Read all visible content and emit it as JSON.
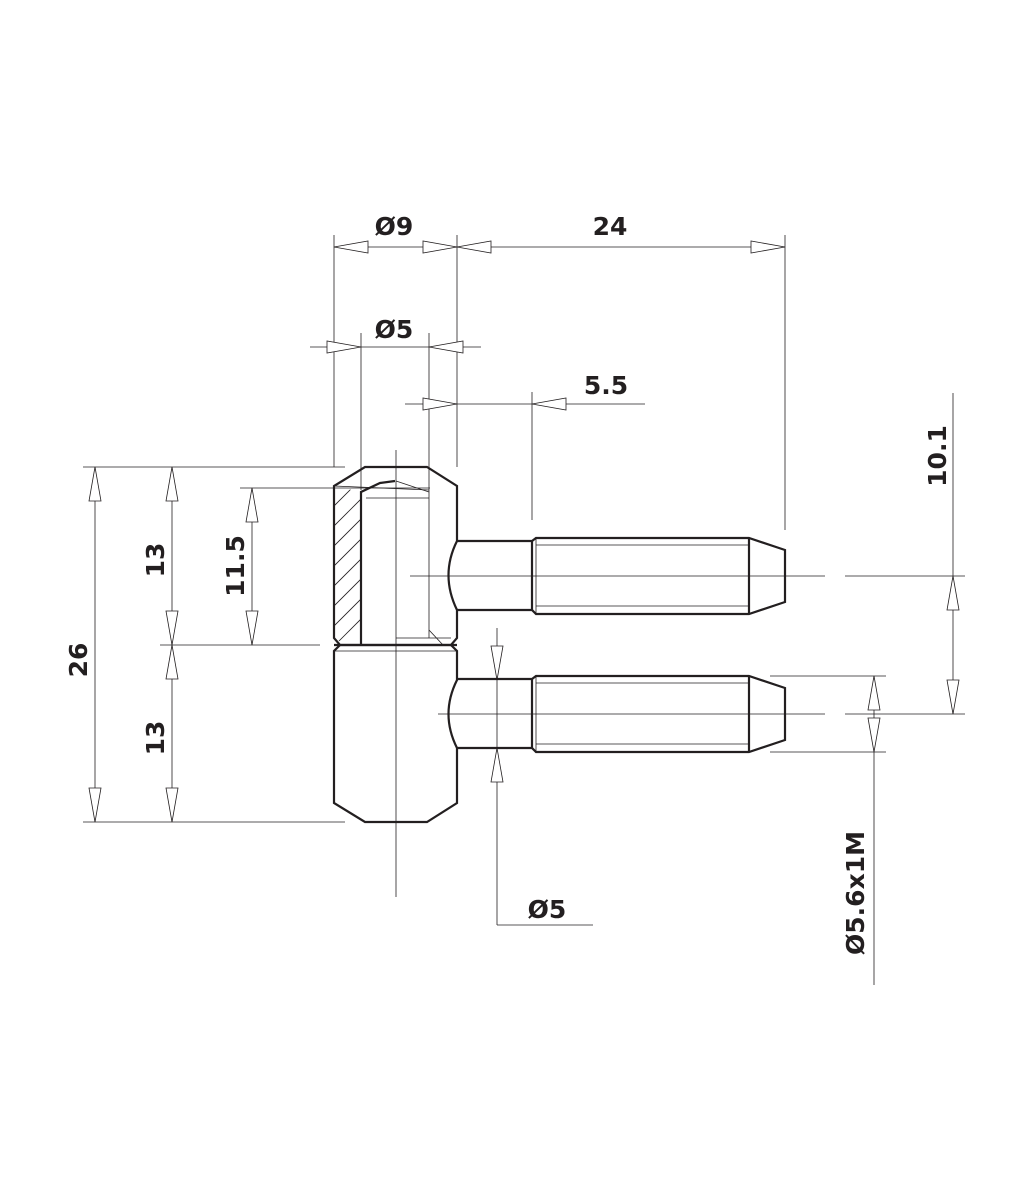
{
  "drawing": {
    "title": "Hinge pin technical drawing",
    "line_color": "#231f20",
    "dimensions": {
      "body_diameter": "Ø9",
      "pin_length": "24",
      "bore_diameter": "Ø5",
      "pin_offset": "5.5",
      "pin_spacing": "10.1",
      "upper_height": "13",
      "bore_depth": "11.5",
      "total_height": "26",
      "lower_height": "13",
      "pin_diameter": "Ø5",
      "thread": "Ø5.6x1M"
    }
  }
}
